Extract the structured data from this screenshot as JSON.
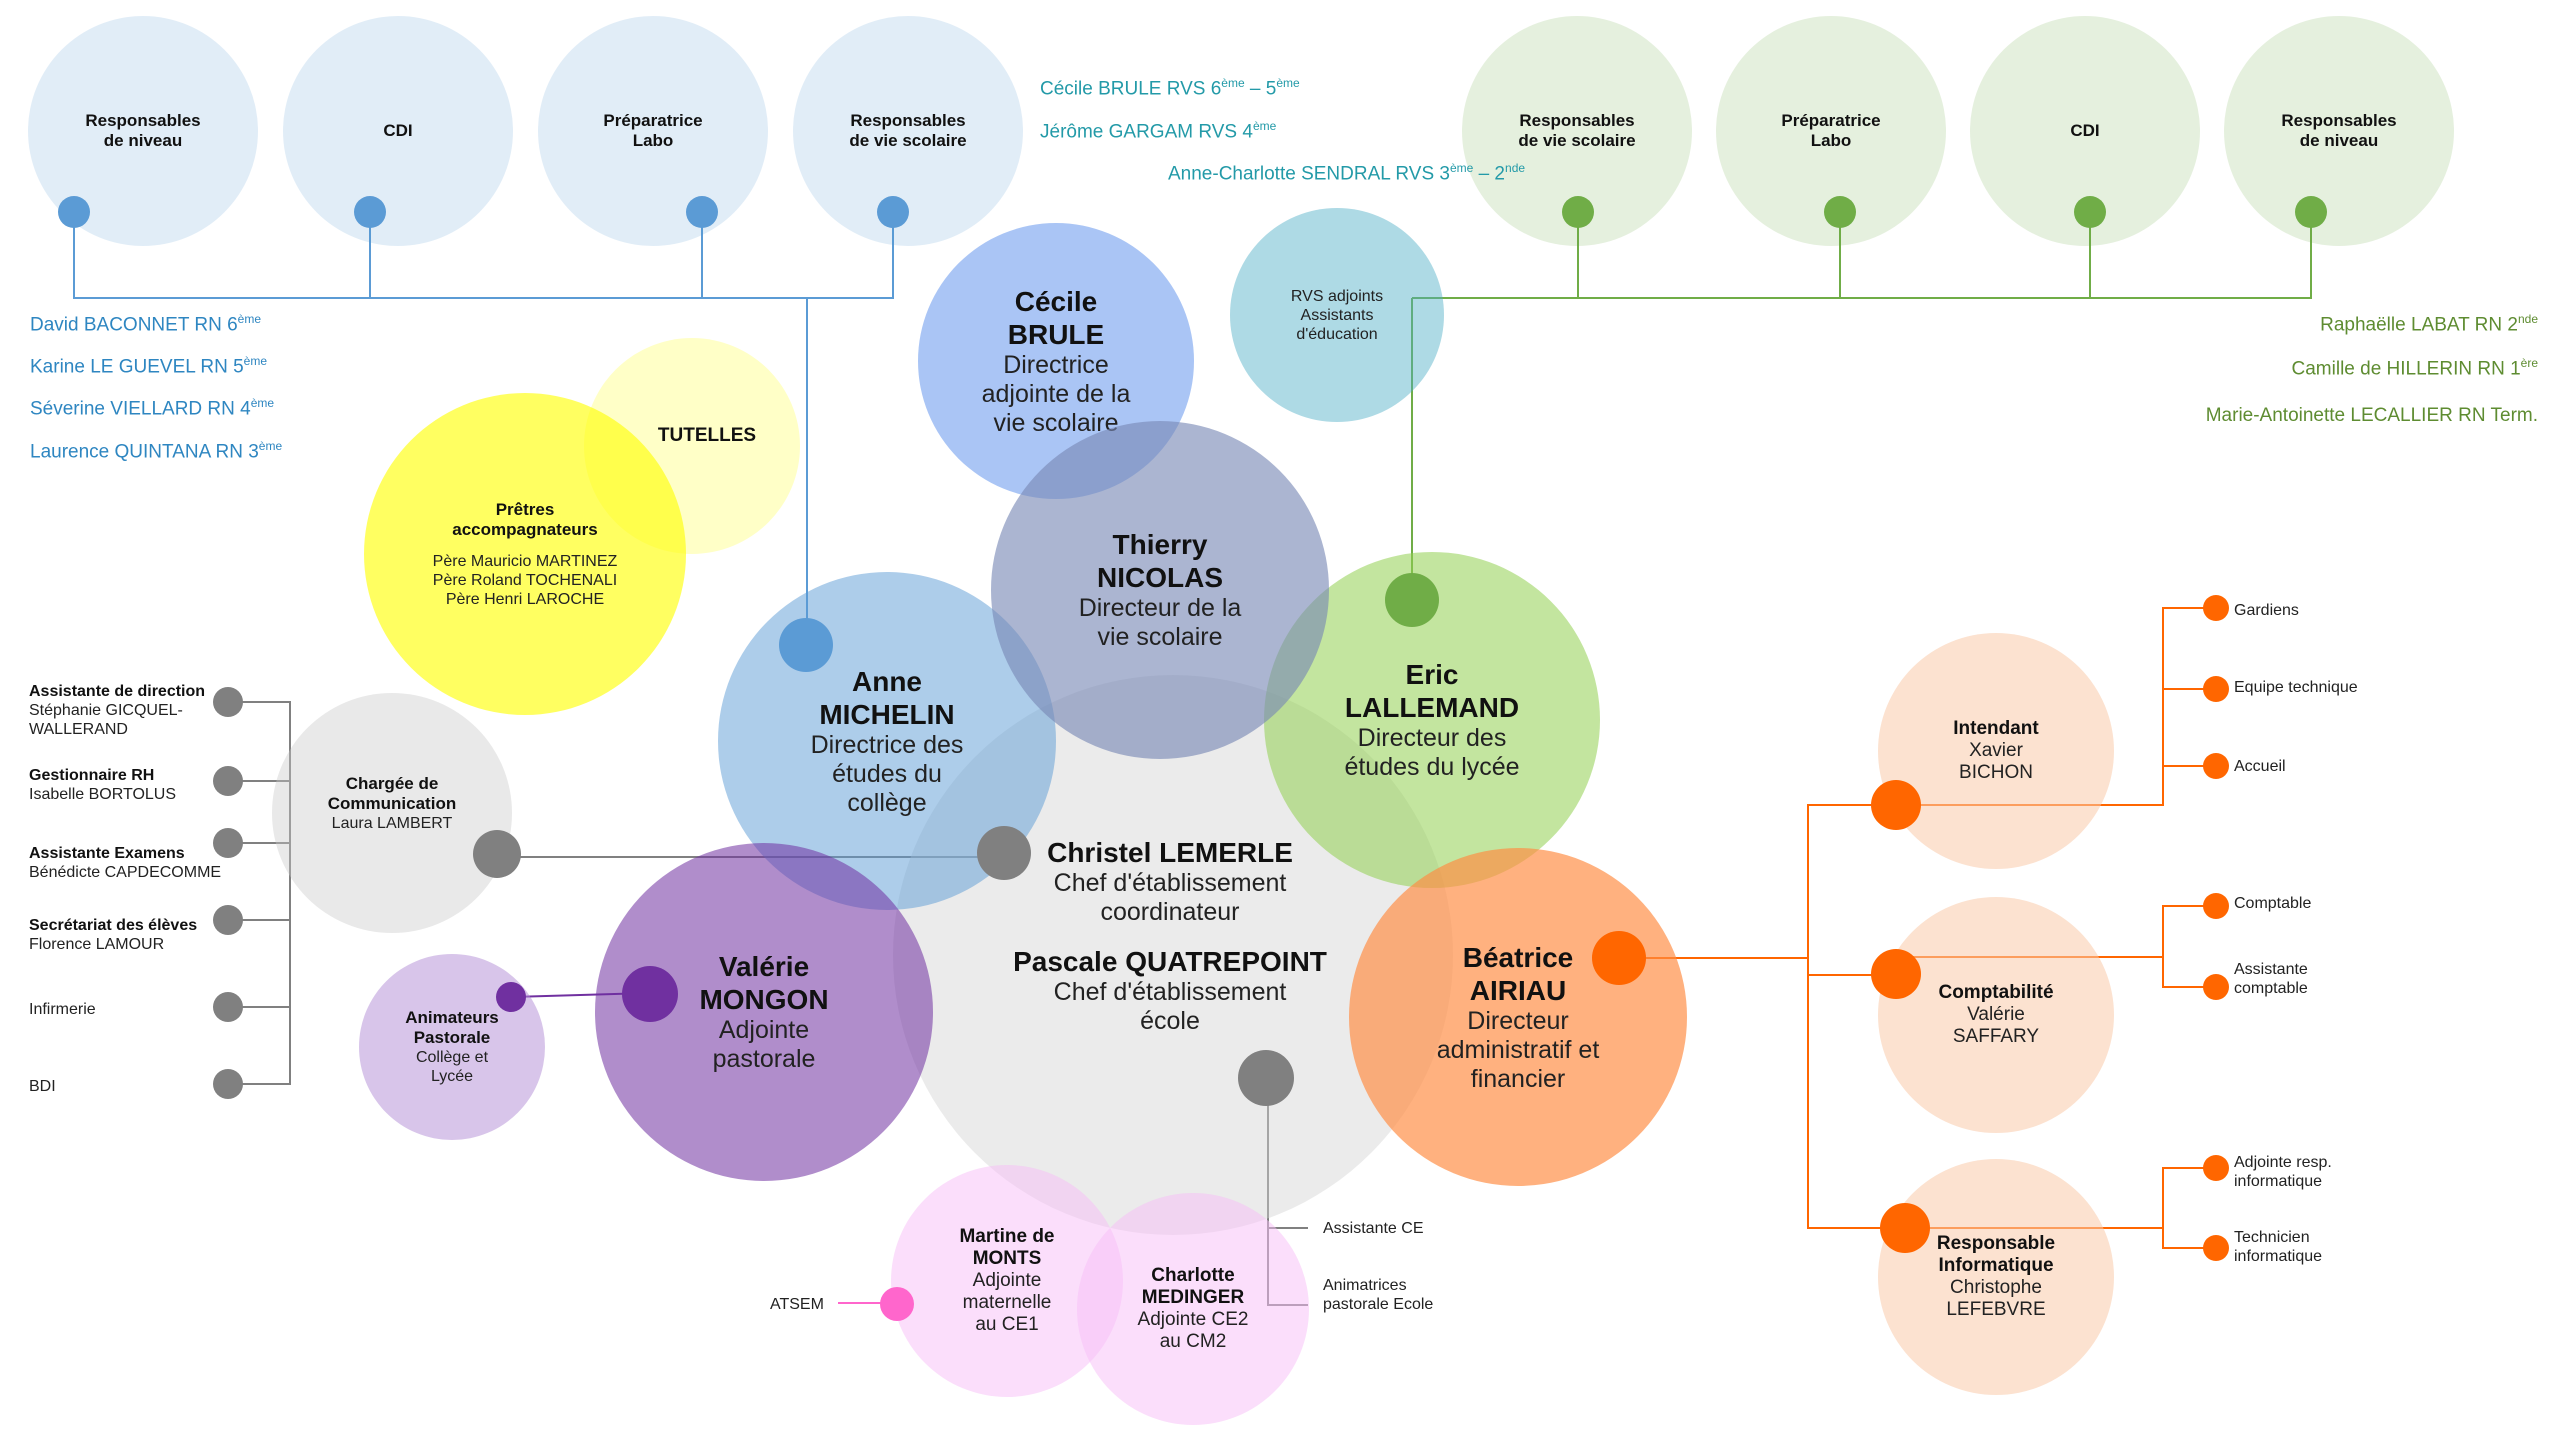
{
  "colors": {
    "blue": "#5b9bd5",
    "green": "#70ad47",
    "orange": "#ff6600",
    "gray": "#808080",
    "purple": "#7030a0",
    "pink": "#ff66cc",
    "yellow": "#ffff00",
    "teal": "#4bacc6"
  },
  "top_blue": {
    "c1": {
      "line1": "Responsables",
      "line2": "de niveau"
    },
    "c2": {
      "line1": "CDI"
    },
    "c3": {
      "line1": "Préparatrice",
      "line2": "Labo"
    },
    "c4": {
      "line1": "Responsables",
      "line2": "de vie scolaire"
    }
  },
  "top_green": {
    "c1": {
      "line1": "Responsables",
      "line2": "de vie scolaire"
    },
    "c2": {
      "line1": "Préparatrice",
      "line2": "Labo"
    },
    "c3": {
      "line1": "CDI"
    },
    "c4": {
      "line1": "Responsables",
      "line2": "de niveau"
    }
  },
  "rvs": [
    {
      "text": "Cécile BRULE RVS 6",
      "sup": "ème",
      "text2": " – 5",
      "sup2": "ème"
    },
    {
      "text": "Jérôme GARGAM RVS 4",
      "sup": "ème"
    },
    {
      "text": "Anne-Charlotte SENDRAL RVS 3",
      "sup": "ème",
      "text2": " – 2",
      "sup2": "nde"
    }
  ],
  "rn_left": [
    {
      "text": "David BACONNET RN 6",
      "sup": "ème"
    },
    {
      "text": "Karine LE GUEVEL RN 5",
      "sup": "ème"
    },
    {
      "text": "Séverine VIELLARD RN 4",
      "sup": "ème"
    },
    {
      "text": "Laurence QUINTANA RN 3",
      "sup": "ème"
    }
  ],
  "rn_right": [
    {
      "text": "Raphaëlle LABAT RN 2",
      "sup": "nde"
    },
    {
      "text": "Camille de HILLERIN RN 1",
      "sup": "ère"
    },
    {
      "text": "Marie-Antoinette LECALLIER RN Term.",
      "sup": ""
    }
  ],
  "rvs_adjoints": {
    "line1": "RVS adjoints",
    "line2": "Assistants",
    "line3": "d'éducation"
  },
  "tutelles": {
    "label": "TUTELLES"
  },
  "pretres": {
    "title1": "Prêtres",
    "title2": "accompagnateurs",
    "p1": "Père Mauricio MARTINEZ",
    "p2": "Père Roland TOCHENALI",
    "p3": "Père Henri LAROCHE"
  },
  "brule": {
    "name1": "Cécile",
    "name2": "BRULE",
    "role1": "Directrice",
    "role2": "adjointe de la",
    "role3": "vie scolaire"
  },
  "nicolas": {
    "name1": "Thierry",
    "name2": "NICOLAS",
    "role1": "Directeur de la",
    "role2": "vie scolaire"
  },
  "michelin": {
    "name1": "Anne",
    "name2": "MICHELIN",
    "role1": "Directrice des",
    "role2": "études du",
    "role3": "collège"
  },
  "lallemand": {
    "name1": "Eric",
    "name2": "LALLEMAND",
    "role1": "Directeur des",
    "role2": "études du lycée"
  },
  "center": {
    "name1": "Christel LEMERLE",
    "role1a": "Chef d'établissement",
    "role1b": "coordinateur",
    "name2": "Pascale QUATREPOINT",
    "role2a": "Chef d'établissement",
    "role2b": "école"
  },
  "mongon": {
    "name1": "Valérie",
    "name2": "MONGON",
    "role1": "Adjointe",
    "role2": "pastorale"
  },
  "airiau": {
    "name1": "Béatrice",
    "name2": "AIRIAU",
    "role1": "Directeur",
    "role2": "administratif et",
    "role3": "financier"
  },
  "communication": {
    "title1": "Chargée de",
    "title2": "Communication",
    "person": "Laura LAMBERT"
  },
  "animateurs": {
    "title1": "Animateurs",
    "title2": "Pastorale",
    "sub1": "Collège et",
    "sub2": "Lycée"
  },
  "demonts": {
    "name1": "Martine de",
    "name2": "MONTS",
    "role1": "Adjointe",
    "role2": "maternelle",
    "role3": "au CE1"
  },
  "medinger": {
    "name1": "Charlotte",
    "name2": "MEDINGER",
    "role1": "Adjointe CE2",
    "role2": "au CM2"
  },
  "atsem": "ATSEM",
  "school_staff": {
    "assistante_ce": "Assistante CE",
    "anim1": "Animatrices",
    "anim2": "pastorale Ecole"
  },
  "left_staff": {
    "s1": {
      "title": "Assistante de direction",
      "p1": "Stéphanie GICQUEL-",
      "p2": "WALLERAND"
    },
    "s2": {
      "title": "Gestionnaire RH",
      "p1": "Isabelle BORTOLUS"
    },
    "s3": {
      "title": "Assistante Examens",
      "p1": "Bénédicte CAPDECOMME"
    },
    "s4": {
      "title": "Secrétariat des élèves",
      "p1": "Florence LAMOUR"
    },
    "s5": "Infirmerie",
    "s6": "BDI"
  },
  "intendant": {
    "title": "Intendant",
    "p1": "Xavier",
    "p2": "BICHON"
  },
  "comptabilite": {
    "title": "Comptabilité",
    "p1": "Valérie",
    "p2": "SAFFARY"
  },
  "informatique": {
    "title1": "Responsable",
    "title2": "Informatique",
    "p1": "Christophe",
    "p2": "LEFEBVRE"
  },
  "right_staff": {
    "gardiens": "Gardiens",
    "equipe": "Equipe technique",
    "accueil": "Accueil",
    "comptable": "Comptable",
    "assist1": "Assistante",
    "assist2": "comptable",
    "adj1": "Adjointe resp.",
    "adj2": "informatique",
    "tech1": "Technicien",
    "tech2": "informatique"
  }
}
